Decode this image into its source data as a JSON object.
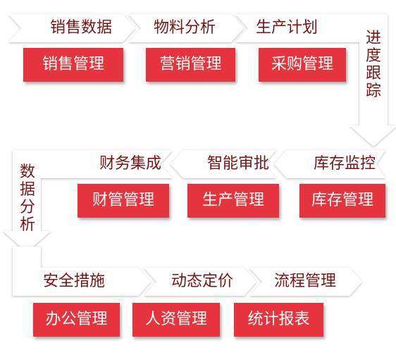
{
  "colors": {
    "accent": "#e5343d",
    "label": "#7a1313",
    "arrow_fill": "#ffffff",
    "arrow_shadow": "#cfcfcf"
  },
  "rows": [
    {
      "stages": [
        "销售数据",
        "物料分析",
        "生产计划"
      ],
      "boxes": [
        "销售管理",
        "营销管理",
        "采购管理"
      ]
    },
    {
      "stages": [
        "财务集成",
        "智能审批",
        "库存监控"
      ],
      "boxes": [
        "财管管理",
        "生产管理",
        "库存管理"
      ]
    },
    {
      "stages": [
        "安全措施",
        "动态定价",
        "流程管理"
      ],
      "boxes": [
        "办公管理",
        "人资管理",
        "统计报表"
      ]
    }
  ],
  "connectors": {
    "right": [
      "进",
      "度",
      "跟",
      "踪"
    ],
    "left": [
      "数",
      "据",
      "分",
      "析"
    ]
  }
}
